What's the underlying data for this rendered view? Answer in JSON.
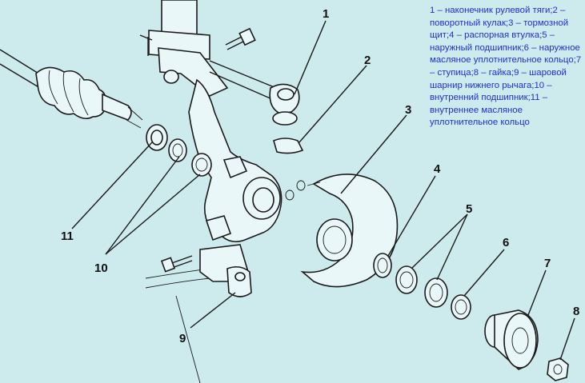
{
  "legend": "1 – наконечник рулевой тяги;2 – поворотный кулак;3 – тормозной щит;4 – распорная втулка;5 – наружный подшипник;6 – наружное масляное уплотнительное кольцо;7 – ступица;8 – гайка;9 – шаровой шарнир нижнего рычага;10 – внутренний подшипник;11 – внутреннее масляное уплотнительное кольцо",
  "callouts": {
    "c1": "1",
    "c2": "2",
    "c3": "3",
    "c4": "4",
    "c5": "5",
    "c6": "6",
    "c7": "7",
    "c8": "8",
    "c9": "9",
    "c10": "10",
    "c11": "11"
  },
  "colors": {
    "background": "#cdeaec",
    "legend_text": "#1f2fd6",
    "line_art": "#1a1a1a"
  }
}
